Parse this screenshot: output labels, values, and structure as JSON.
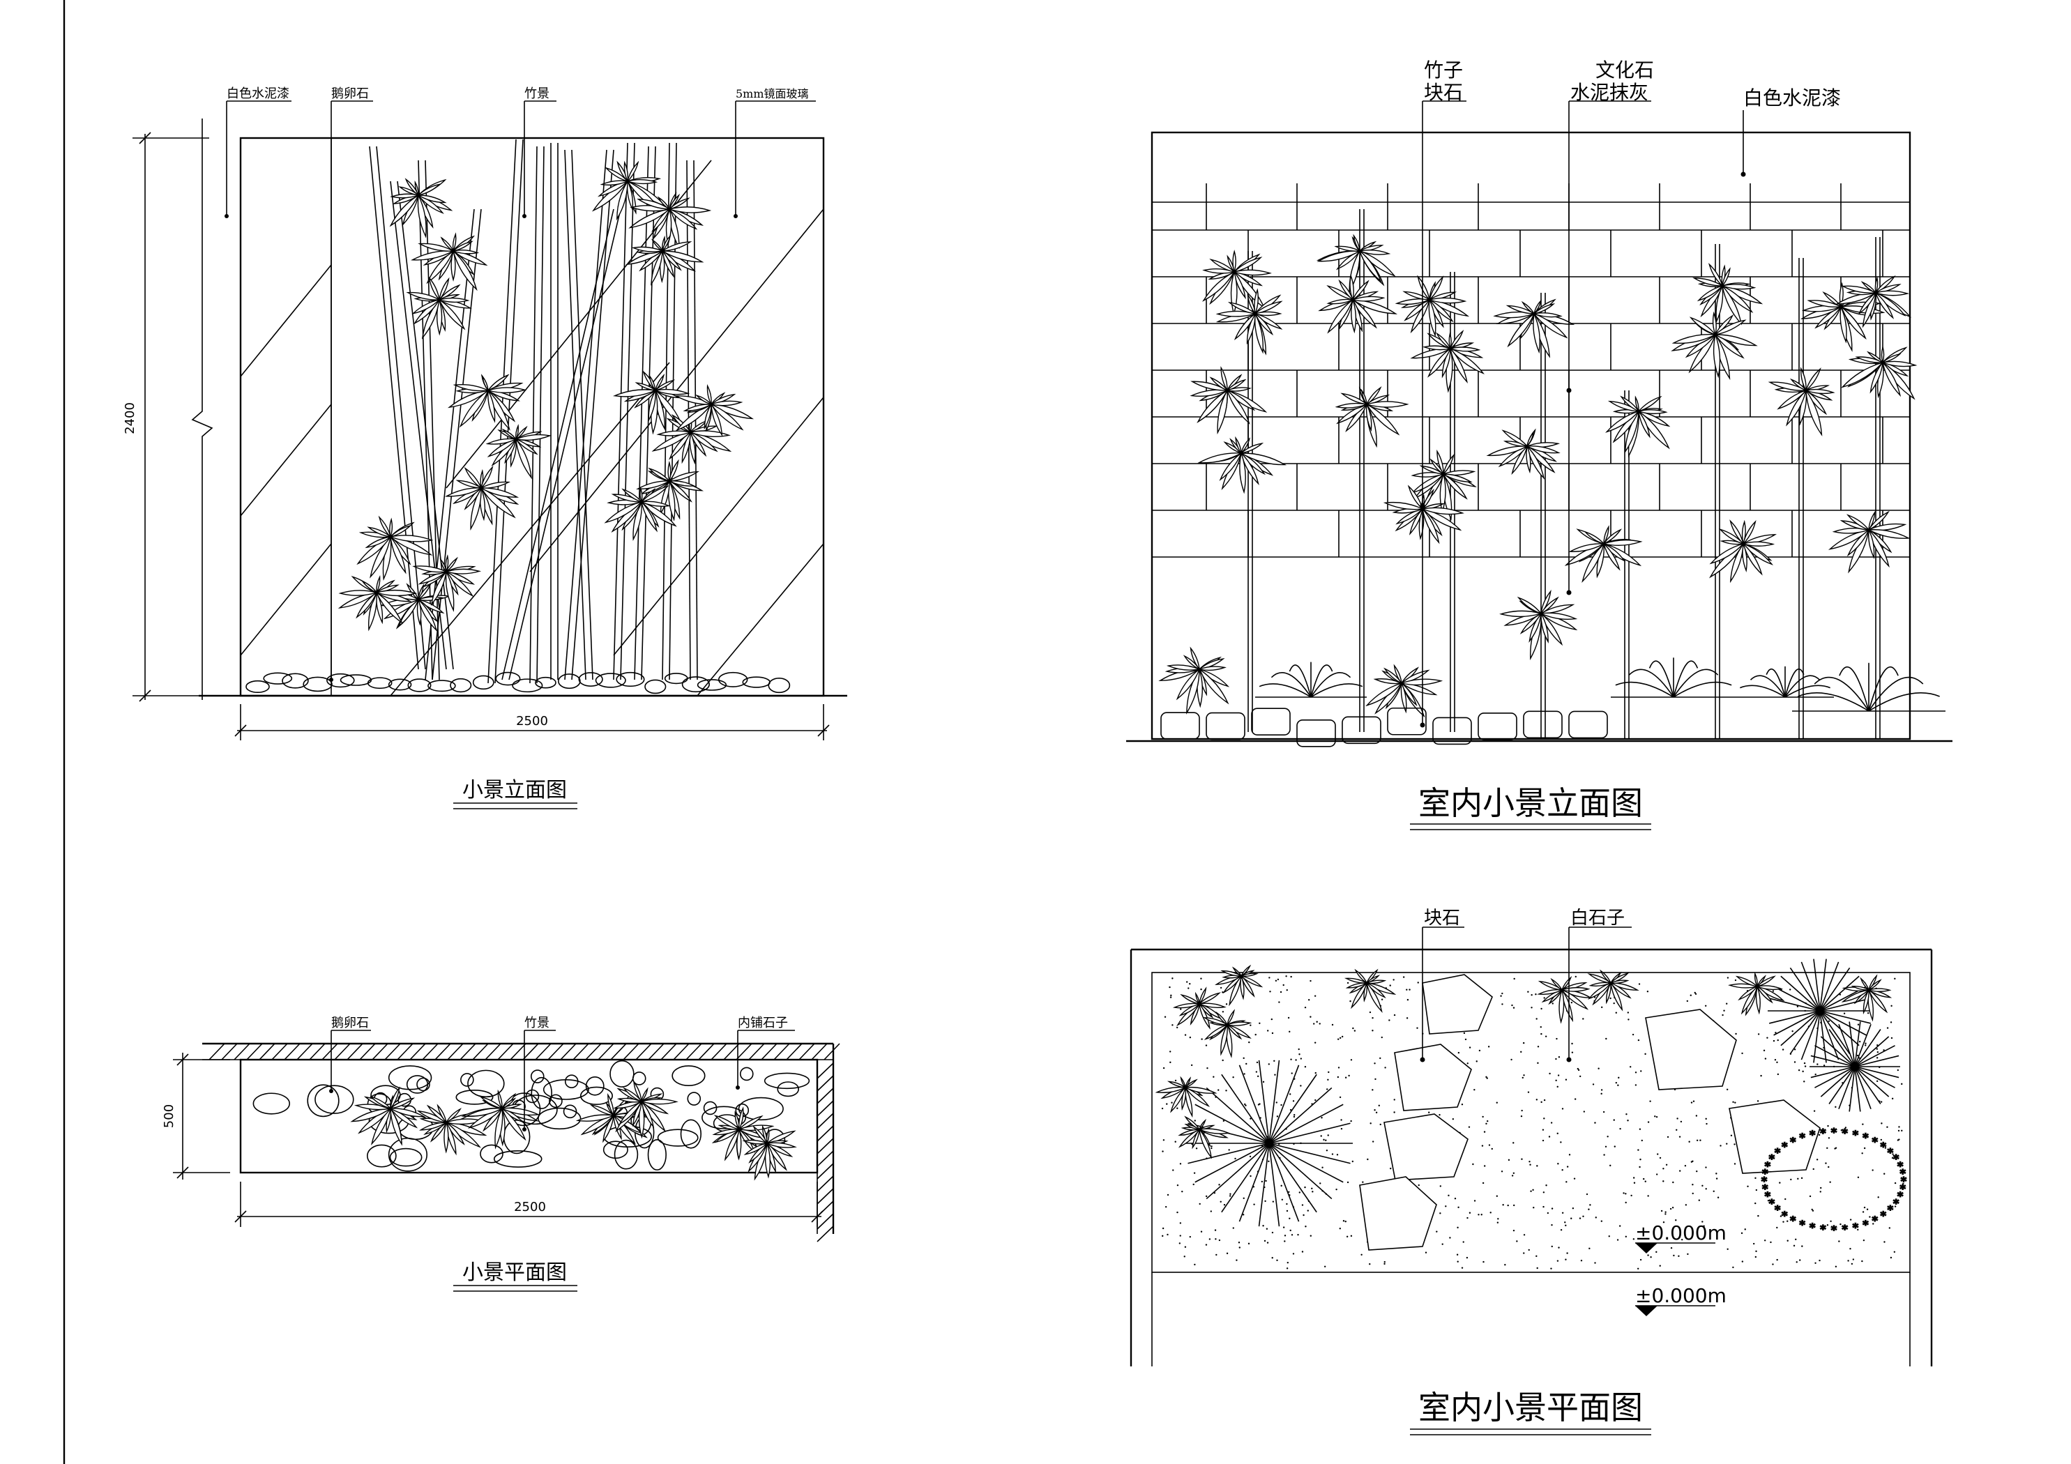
{
  "drawings": {
    "small_elevation": {
      "title": "小景立面图",
      "callouts": [
        "白色水泥漆",
        "鹅卵石",
        "竹景",
        "5mm镜面玻璃"
      ],
      "dim_width": "2500",
      "dim_height": "2400"
    },
    "small_plan": {
      "title": "小景平面图",
      "callouts": [
        "鹅卵石",
        "竹景",
        "内铺石子"
      ],
      "dim_width": "2500",
      "dim_height": "500"
    },
    "indoor_elevation": {
      "title": "室内小景立面图",
      "callouts": [
        "竹子",
        "块石",
        "文化石",
        "水泥抹灰",
        "白色水泥漆"
      ]
    },
    "indoor_plan": {
      "title": "室内小景平面图",
      "callouts": [
        "块石",
        "白石子"
      ],
      "levels": [
        "±0.000m",
        "±0.000m"
      ]
    }
  }
}
